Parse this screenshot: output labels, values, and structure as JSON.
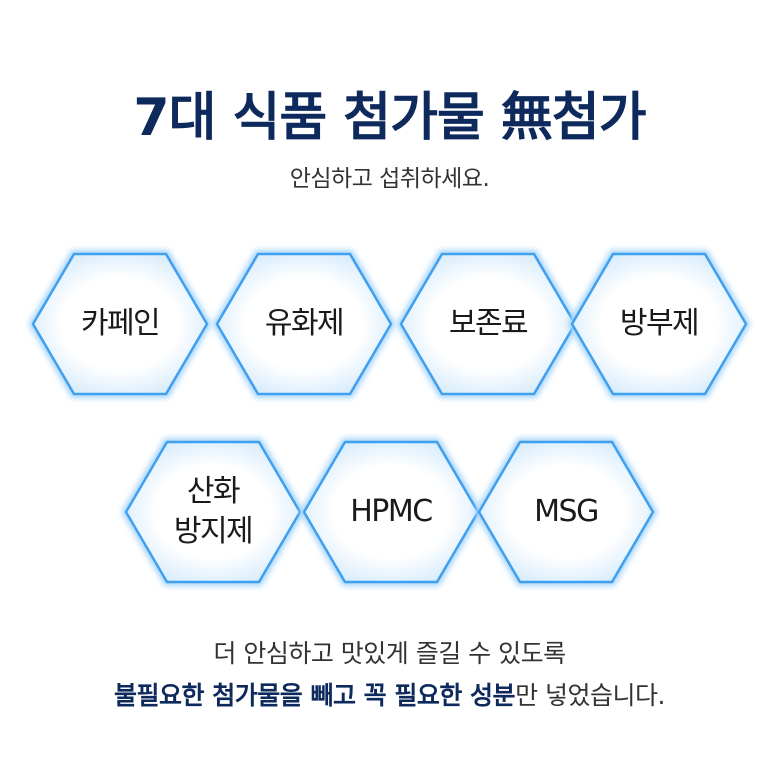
{
  "title": "7대 식품 첨가물 無첨가",
  "subtitle": "안심하고 섭취하세요.",
  "hexagons_row1": [
    {
      "label": "카페인"
    },
    {
      "label": "유화제"
    },
    {
      "label": "보존료"
    },
    {
      "label": "방부제"
    }
  ],
  "hexagons_row2": [
    {
      "label_line1": "산화",
      "label_line2": "방지제"
    },
    {
      "label": "HPMC"
    },
    {
      "label": "MSG"
    }
  ],
  "bottom": {
    "line1": "더 안심하고 맛있게 즐길 수 있도록",
    "line2_bold": "불필요한 첨가물을 빼고 꼭 필요한 성분",
    "line2_rest": "만 넣었습니다."
  },
  "colors": {
    "title": "#0e2a5c",
    "hex_border": "#3fa0ef",
    "hex_glow": "#bfe2fb",
    "hex_fill_center": "#ffffff",
    "hex_fill_edge": "#d7ecfc"
  }
}
